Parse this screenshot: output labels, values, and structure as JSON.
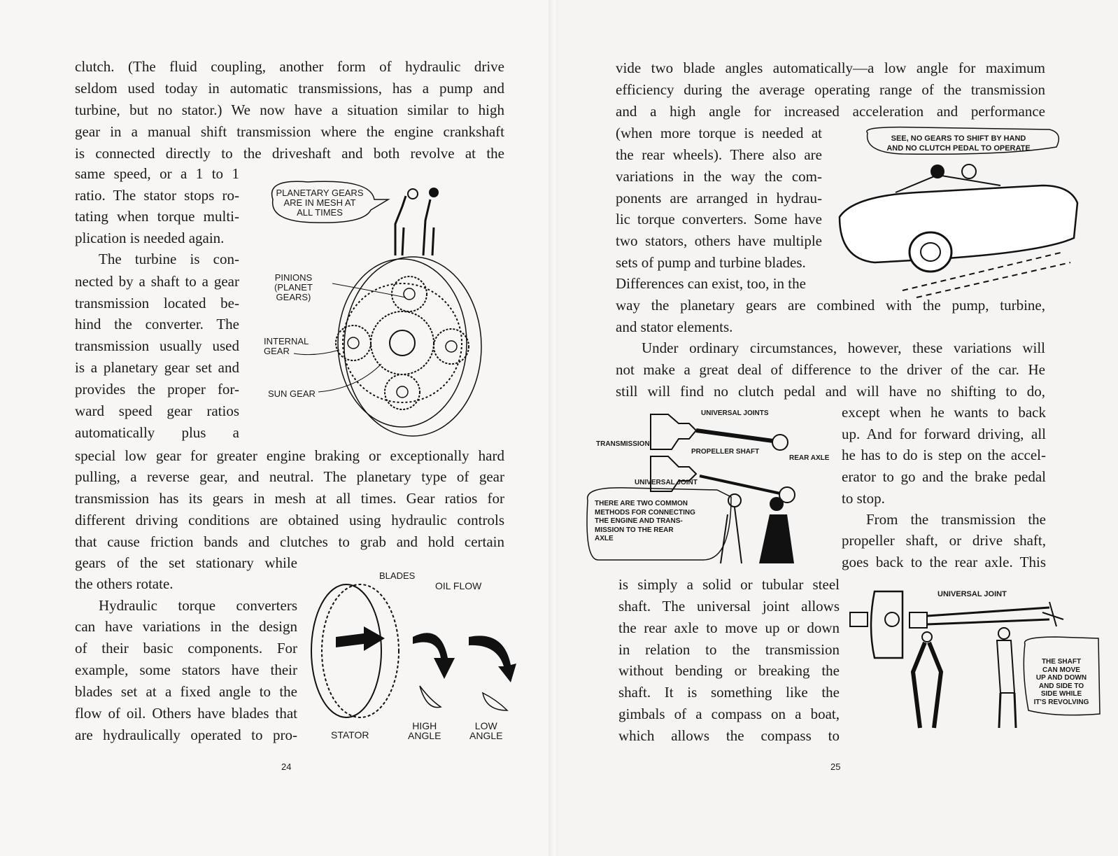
{
  "left_page": {
    "number": "24",
    "lines": [
      "clutch. (The fluid coupling, another form of hydraulic drive",
      "seldom used today in automatic transmissions, has a pump and",
      "turbine, but no stator.) We now have a situation similar to high",
      "gear in a manual shift transmission where the engine crankshaft",
      "is connected directly to the driveshaft and both revolve at the",
      "same speed, or a 1 to 1",
      "ratio. The stator stops ro-",
      "tating when torque multi-",
      "plication is needed again.",
      "The turbine is con-",
      "nected by a shaft to a gear",
      "transmission located be-",
      "hind the converter. The",
      "transmission usually used",
      "is a planetary gear set and",
      "provides the proper for-",
      "ward speed gear ratios",
      "automatically plus a",
      "special low gear for greater engine braking or exceptionally hard",
      "pulling, a reverse gear, and neutral. The planetary type of gear",
      "transmission has its gears in mesh at all times. Gear ratios for",
      "different driving conditions are obtained using hydraulic controls",
      "that cause friction bands and clutches to grab and hold certain",
      "gears of the set stationary while",
      "the others rotate.",
      "Hydraulic torque converters",
      "can have variations in the design",
      "of their basic components. For",
      "example, some stators have their",
      "blades set at a fixed angle to the",
      "flow of oil. Others have blades that",
      "are hydraulically operated to pro-"
    ],
    "figure_gears": {
      "speech": [
        "PLANETARY GEARS",
        "ARE IN MESH AT",
        "ALL TIMES"
      ],
      "pinions": [
        "PINIONS",
        "(PLANET",
        "GEARS)"
      ],
      "internal_gear": [
        "INTERNAL",
        "GEAR"
      ],
      "sun_gear": "SUN GEAR"
    },
    "figure_stator": {
      "blades": "BLADES",
      "oil_flow": "OIL FLOW",
      "stator": "STATOR",
      "high_angle": [
        "HIGH",
        "ANGLE"
      ],
      "low_angle": [
        "LOW",
        "ANGLE"
      ]
    }
  },
  "right_page": {
    "number": "25",
    "lines": [
      "vide two blade angles automatically—a low angle for maximum",
      "efficiency during the average operating range of the transmission",
      "and a high angle for increased acceleration and performance",
      "(when more torque is needed at",
      "the rear wheels). There also are",
      "variations in the way the com-",
      "ponents are arranged in hydrau-",
      "lic torque converters. Some have",
      "two stators, others have multiple",
      "sets of pump and turbine blades.",
      "Differences can exist, too, in the",
      "way the planetary gears are combined with the pump, turbine,",
      "and stator elements.",
      "Under ordinary circumstances, however, these variations will",
      "not make a great deal of difference to the driver of the car. He",
      "still will find no clutch pedal and will have no shifting to do,",
      "except when he wants to back",
      "up. And for forward driving, all",
      "he has to do is step on the accel-",
      "erator to go and the brake pedal",
      "to stop.",
      "From the transmission the",
      "propeller shaft, or drive shaft,",
      "goes back to the rear axle. This",
      "is simply a solid or tubular steel",
      "shaft. The universal joint allows",
      "the rear axle to move up or down",
      "in relation to the transmission",
      "without bending or breaking the",
      "shaft. It is something like the",
      "gimbals of a compass on a boat,",
      "which allows the compass to"
    ],
    "figure_car": {
      "speech": [
        "SEE, NO GEARS TO SHIFT BY HAND",
        "AND NO CLUTCH PEDAL TO OPERATE"
      ]
    },
    "figure_driveline": {
      "universal_joints": "UNIVERSAL JOINTS",
      "transmission": "TRANSMISSION",
      "propeller_shaft": "PROPELLER SHAFT",
      "rear_axle": "REAR AXLE",
      "universal_joint": "UNIVERSAL JOINT",
      "speech": [
        "THERE ARE TWO COMMON",
        "METHODS FOR CONNECTING",
        "THE ENGINE AND TRANS-",
        "MISSION TO THE REAR",
        "AXLE"
      ]
    },
    "figure_ujoint": {
      "universal_joint": "UNIVERSAL JOINT",
      "speech": [
        "THE SHAFT",
        "CAN MOVE",
        "UP AND DOWN",
        "AND SIDE TO",
        "SIDE WHILE",
        "IT'S REVOLVING"
      ]
    }
  }
}
